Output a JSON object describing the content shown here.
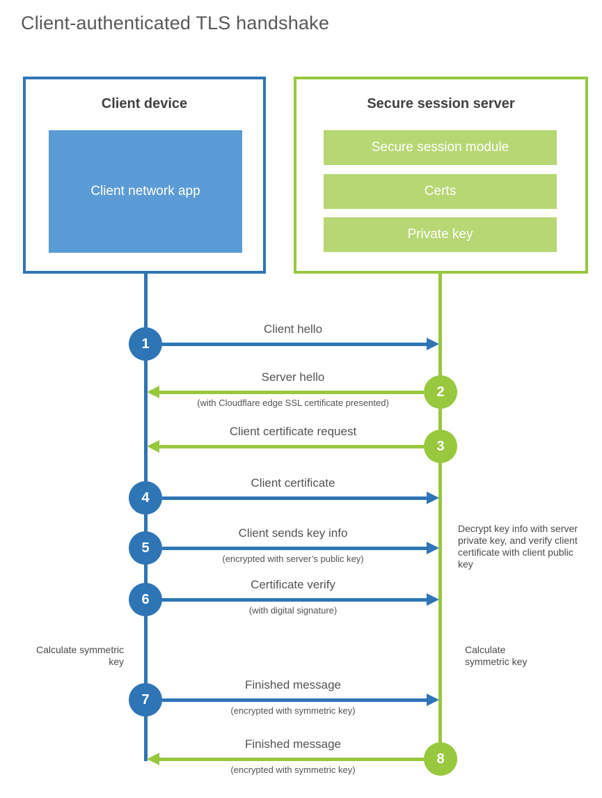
{
  "title": "Client-authenticated TLS handshake",
  "client": {
    "title": "Client device",
    "app": "Client network app"
  },
  "server": {
    "title": "Secure session server",
    "modules": [
      "Secure session module",
      "Certs",
      "Private key"
    ]
  },
  "steps": [
    {
      "num": "1",
      "label": "Client hello",
      "sub": "",
      "direction": "client-to-server"
    },
    {
      "num": "2",
      "label": "Server hello",
      "sub": "(with Cloudflare edge SSL certificate presented)",
      "direction": "server-to-client"
    },
    {
      "num": "3",
      "label": "Client certificate request",
      "sub": "",
      "direction": "server-to-client"
    },
    {
      "num": "4",
      "label": "Client certificate",
      "sub": "",
      "direction": "client-to-server"
    },
    {
      "num": "5",
      "label": "Client sends key info",
      "sub": "(encrypted with server’s public key)",
      "direction": "client-to-server"
    },
    {
      "num": "6",
      "label": "Certificate verify",
      "sub": "(with digital signature)",
      "direction": "client-to-server"
    },
    {
      "num": "7",
      "label": "Finished message",
      "sub": "(encrypted with symmetric key)",
      "direction": "client-to-server"
    },
    {
      "num": "8",
      "label": "Finished message",
      "sub": "(encrypted with symmetric key)",
      "direction": "server-to-client"
    }
  ],
  "annotations": {
    "server_note": "Decrypt key info with server private key, and verify client certificate with client public key",
    "client_calc": "Calculate symmetric key",
    "server_calc": "Calculate symmetric key"
  },
  "colors": {
    "blue": "#2e75b6",
    "blue_light": "#5b9bd5",
    "green": "#97c83e",
    "green_light": "#b6d773",
    "text_dark": "#3f4042",
    "text_gray": "#515254"
  }
}
